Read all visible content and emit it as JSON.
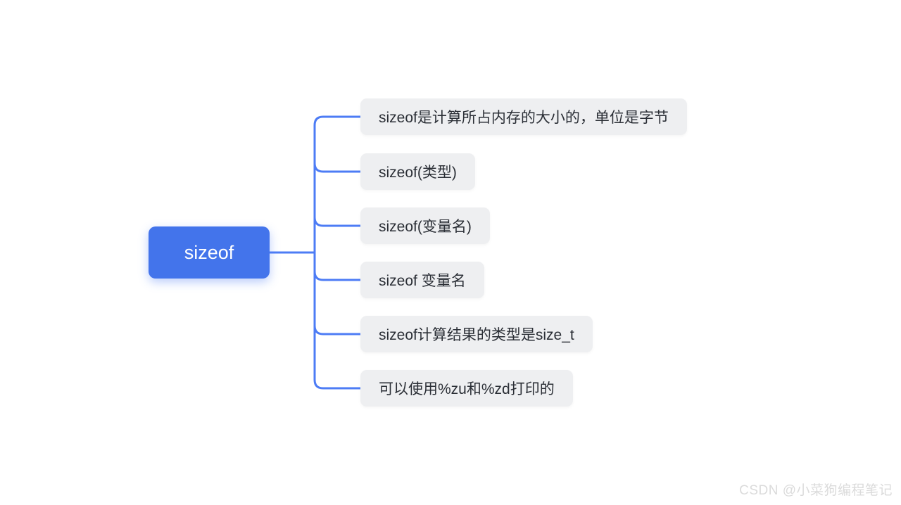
{
  "mindmap": {
    "root": {
      "label": "sizeof"
    },
    "branches": [
      {
        "label": "sizeof是计算所占内存的大小的，单位是字节"
      },
      {
        "label": "sizeof(类型)"
      },
      {
        "label": "sizeof(变量名)"
      },
      {
        "label": "sizeof 变量名"
      },
      {
        "label": "sizeof计算结果的类型是size_t"
      },
      {
        "label": "可以使用%zu和%zd打印的"
      }
    ],
    "colors": {
      "root_background": "#4374EB",
      "root_text": "#FFFFFF",
      "branch_background": "#EEEFF1",
      "branch_text": "#2B2F36",
      "connector": "#4D7CF5",
      "page_background": "#FFFFFF"
    }
  },
  "watermark": {
    "text": "CSDN @小菜狗编程笔记",
    "color": "#DBDBDB"
  }
}
